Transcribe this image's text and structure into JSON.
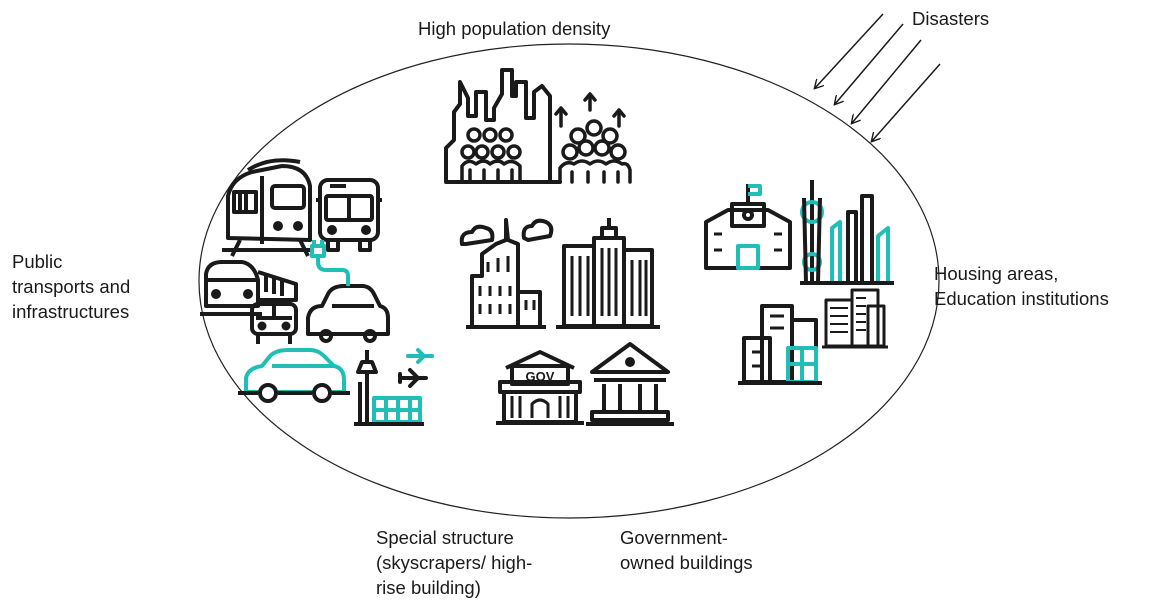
{
  "labels": {
    "top": "High population density",
    "disasters": "Disasters",
    "left": [
      "Public",
      "transports and",
      "infrastructures"
    ],
    "right": [
      "Housing areas,",
      "Education institutions"
    ],
    "special": [
      "Special structure",
      "(skyscrapers/ high-",
      "rise building)"
    ],
    "government": [
      "Government-",
      "owned buildings"
    ],
    "gov_sign": "GOV"
  },
  "icons": {
    "top": [
      "skyline-crowd-icon",
      "growing-crowd-icon"
    ],
    "left": [
      "metro-train-icon",
      "bus-icon",
      "high-speed-train-icon",
      "electric-car-icon",
      "small-bus-icon",
      "car-icon",
      "airport-tower-icon",
      "airplane-icon"
    ],
    "center": [
      "skyscraper-clouds-icon",
      "high-rise-buildings-icon",
      "government-building-icon",
      "classical-building-icon"
    ],
    "right": [
      "school-building-icon",
      "tv-tower-city-icon",
      "housing-blocks-icon",
      "office-towers-icon"
    ],
    "disaster_arrows": 4
  },
  "colors": {
    "ink": "#1a1a1a",
    "accent": "#1fbfb8",
    "outline": "#222222"
  }
}
